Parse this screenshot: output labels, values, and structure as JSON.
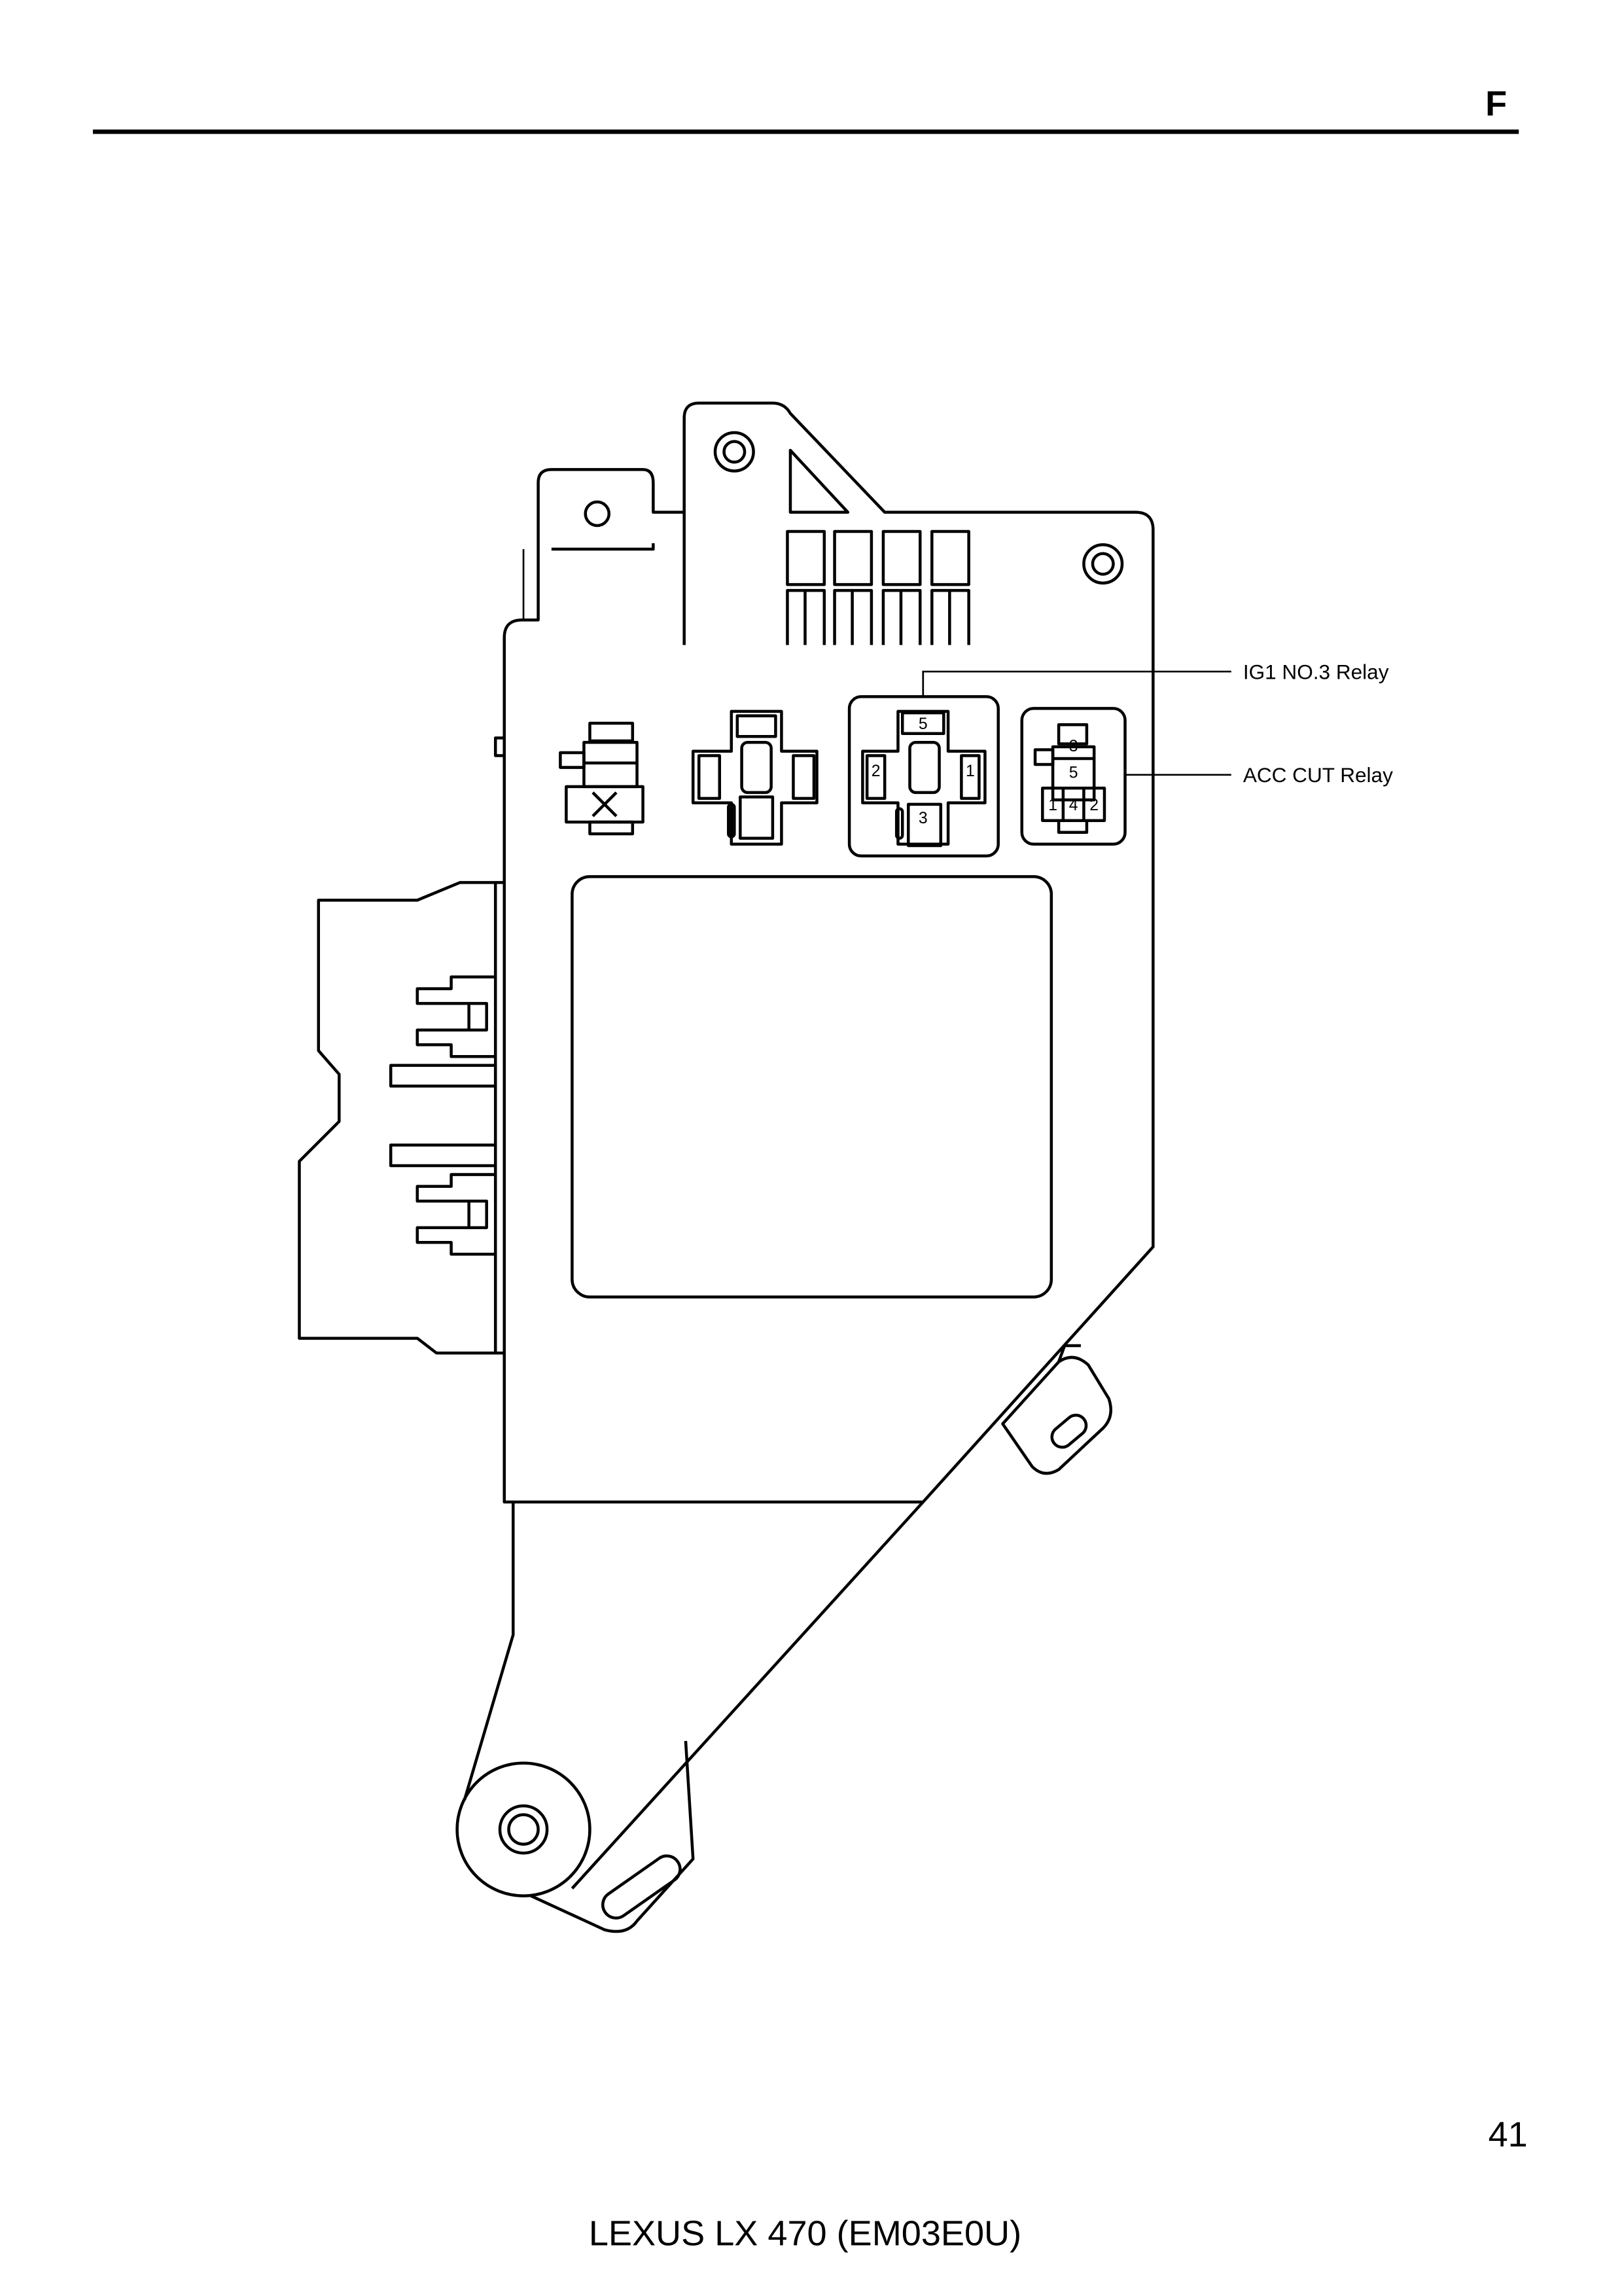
{
  "header": {
    "section_letter": "F"
  },
  "callouts": {
    "ig1_relay": "IG1 NO.3 Relay",
    "acc_cut_relay": "ACC CUT Relay"
  },
  "ig1_relay_pins": {
    "top": "5",
    "left": "2",
    "right": "1",
    "bottom": "3"
  },
  "acc_cut_relay_pins": {
    "upper": "3",
    "middle": "5",
    "bottom_left": "1",
    "bottom_mid": "4",
    "bottom_right": "2"
  },
  "footer": {
    "page_number": "41",
    "document_title": "LEXUS LX 470 (EM03E0U)"
  }
}
